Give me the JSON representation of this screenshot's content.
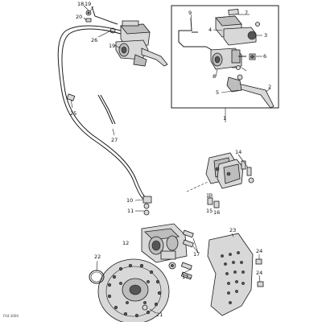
{
  "callouts": {
    "c1": "1",
    "c2": "2",
    "c3": "3",
    "c4": "4",
    "c5": "5",
    "c6": "6",
    "c7": "7",
    "c8": "8",
    "c9": "9",
    "c10": "10",
    "c11": "11",
    "c12": "12",
    "c13": "13",
    "c14": "14",
    "c15": "15",
    "c16": "16",
    "c17a": "17",
    "c17b": "17",
    "c18": "18",
    "c19a": "19",
    "c19b": "19",
    "c20": "20",
    "c21": "21",
    "c22": "22",
    "c23": "23",
    "c24a": "24",
    "c24b": "24",
    "c25": "25",
    "c26": "26",
    "c27": "27"
  },
  "footer": {
    "code": "F04-3000"
  }
}
